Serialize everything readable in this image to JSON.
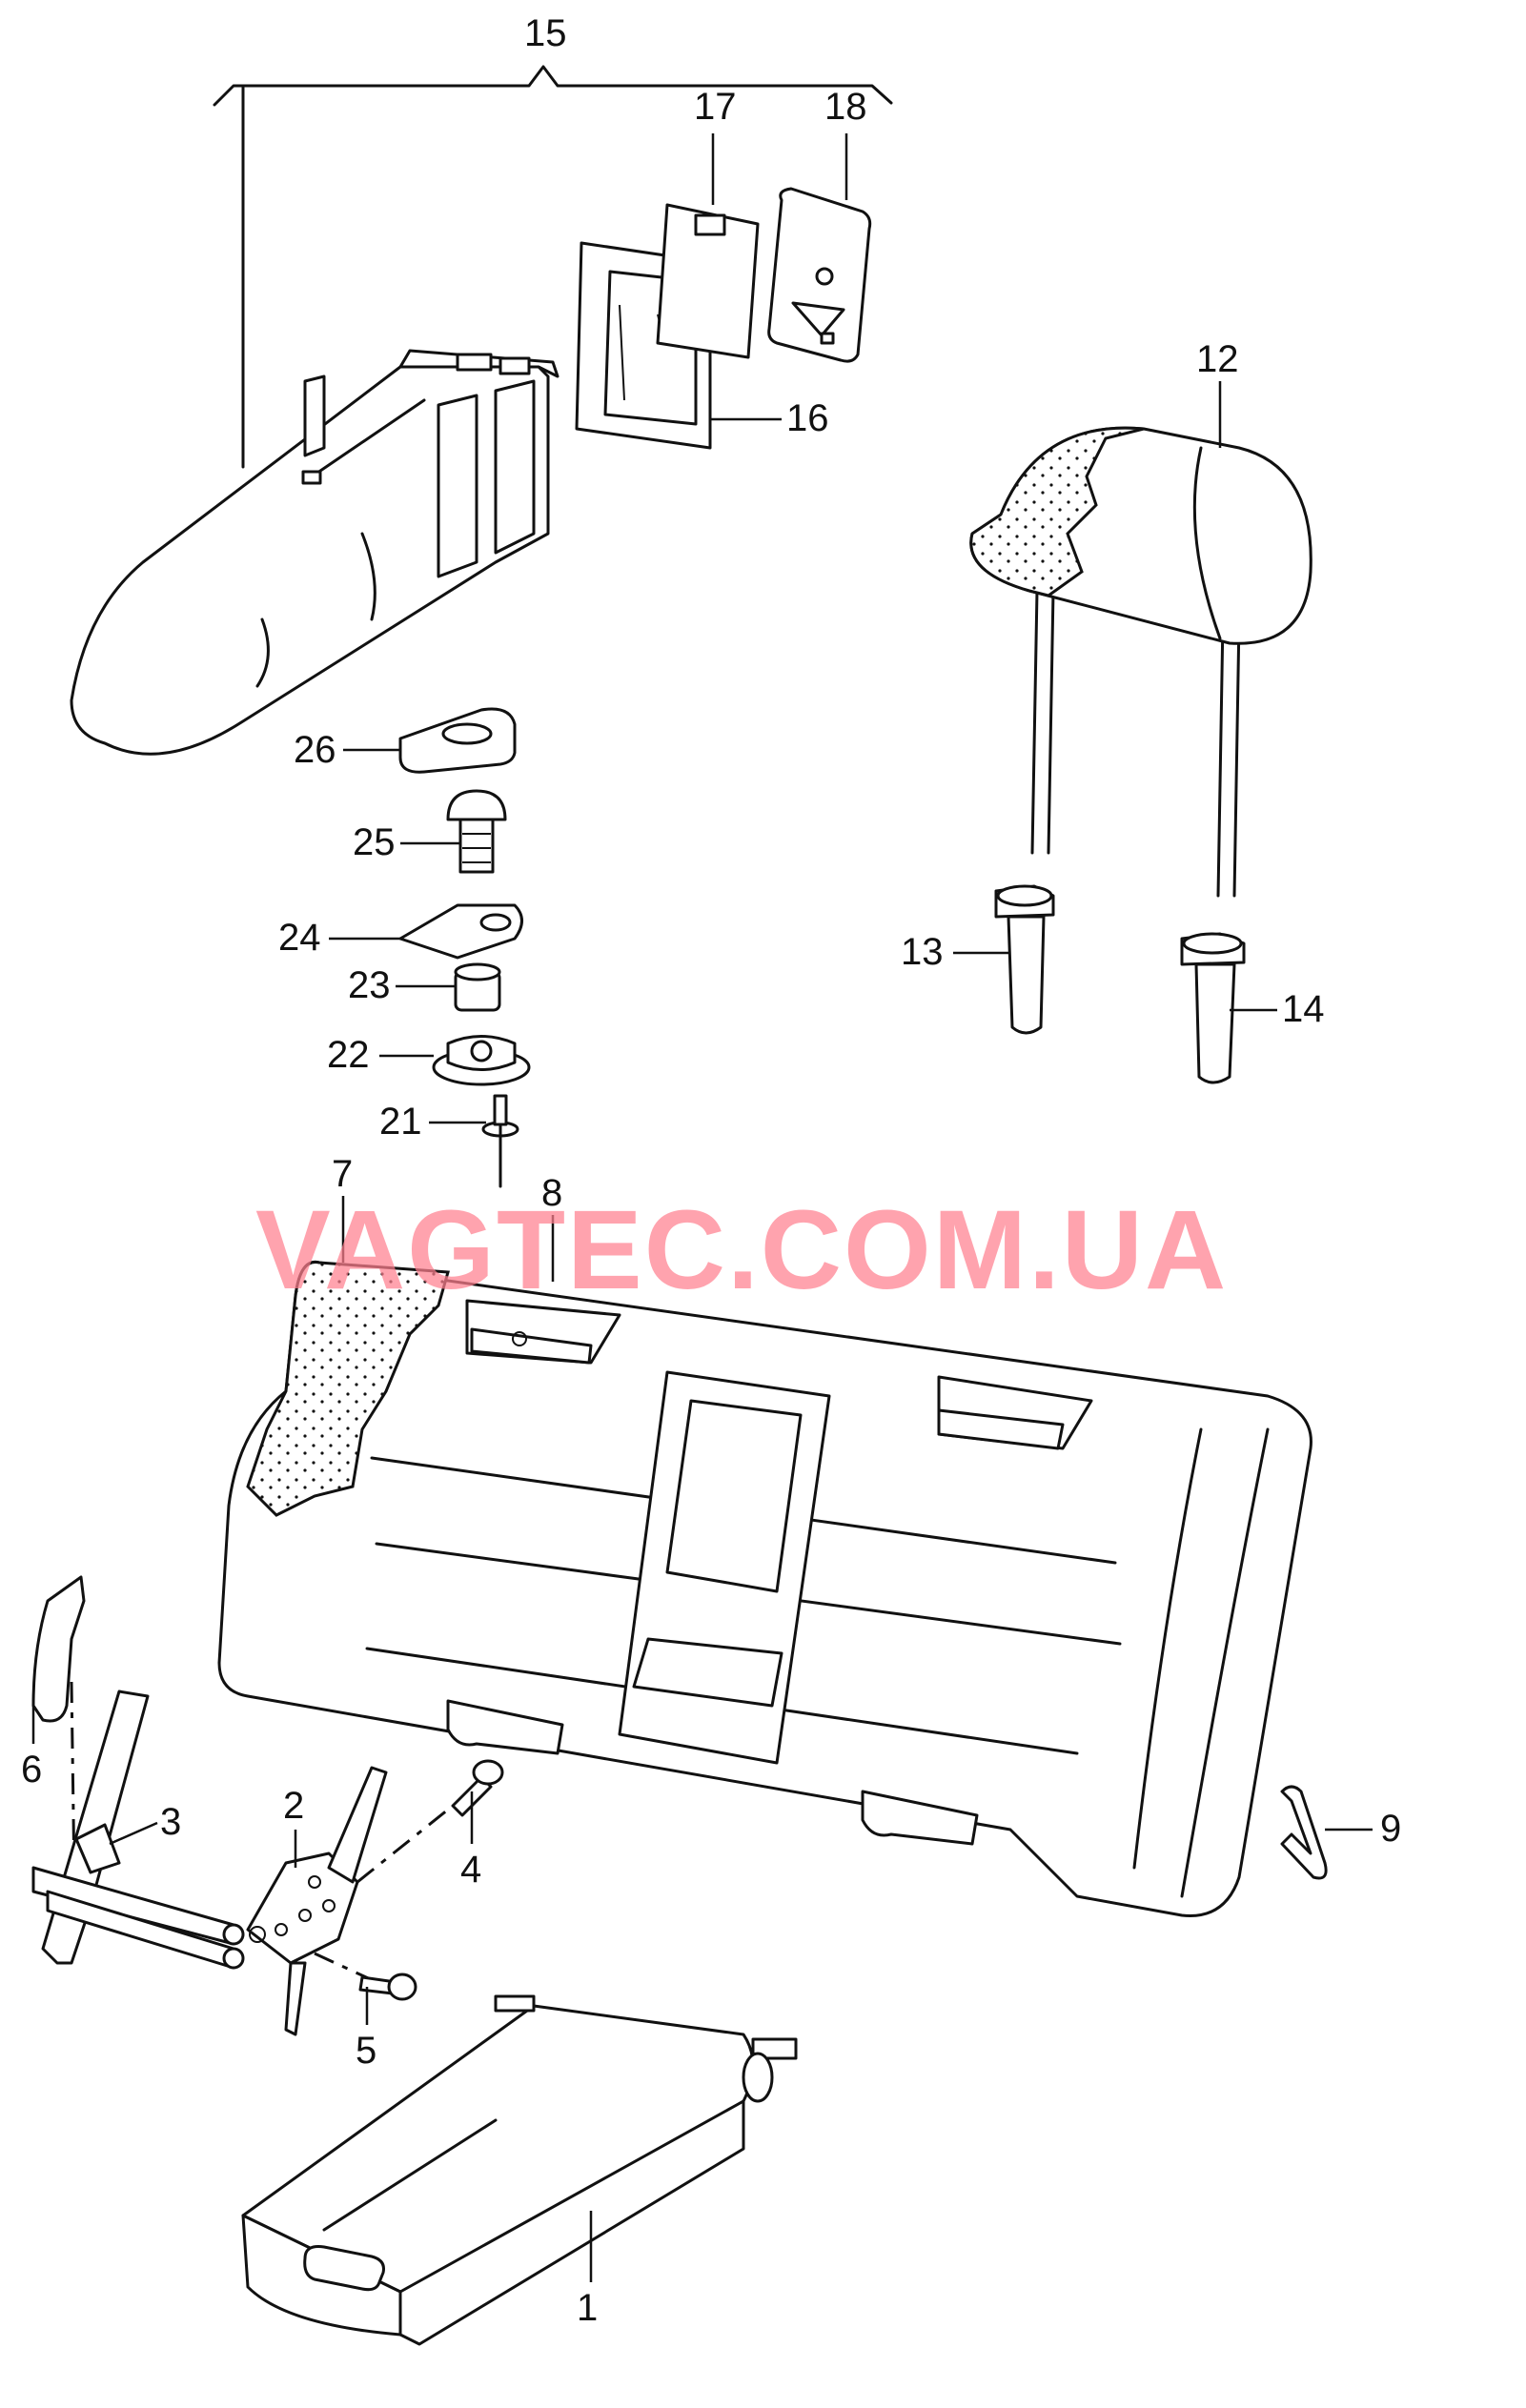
{
  "watermark": "VAGTEC.COM.UA",
  "callouts": {
    "c1": "1",
    "c2": "2",
    "c3": "3",
    "c4": "4",
    "c5": "5",
    "c6": "6",
    "c7": "7",
    "c8": "8",
    "c9": "9",
    "c12": "12",
    "c13": "13",
    "c14": "14",
    "c15": "15",
    "c16": "16",
    "c17": "17",
    "c18": "18",
    "c21": "21",
    "c22": "22",
    "c23": "23",
    "c24": "24",
    "c25": "25",
    "c26": "26"
  }
}
